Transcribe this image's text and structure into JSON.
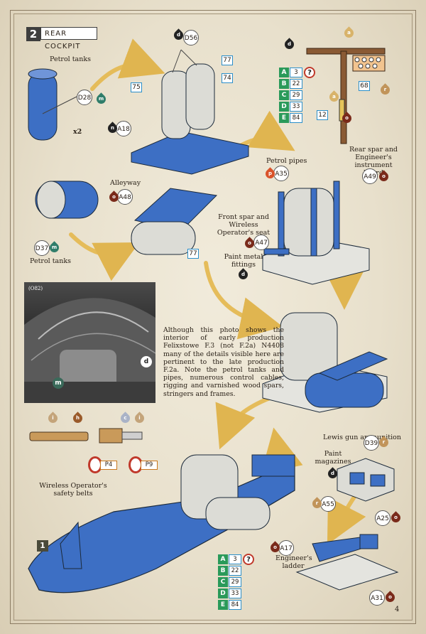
{
  "header": {
    "step_number": "2",
    "title": "Rear cockpit"
  },
  "page_number": "4",
  "photo": {
    "ref": "(O82)",
    "callouts": [
      "d",
      "m"
    ]
  },
  "caption": "Although this photo shows the interior of early production Felixstowe F.3 (not F.2a) N4408 many of the details visible here are pertinent to the late production F.2a. Note the petrol tanks and pipes, numerous control cables, rigging and varnished wood spars, stringers and frames.",
  "labels": {
    "petrol_tanks_1": "Petrol tanks",
    "petrol_tanks_2": "Petrol tanks",
    "alleyway": "Alleyway",
    "petrol_pipes": "Petrol pipes",
    "rear_spar": "Rear spar and Engineer's instrument board",
    "front_spar": "Front spar and Wireless Operator's seat",
    "paint_metal": "Paint metal fittings",
    "wireless_belts": "Wireless Operator's safety belts",
    "lewis_ammo": "Lewis gun ammunition",
    "paint_magazines": "Paint magazines",
    "engineers_ladder": "Engineer's ladder",
    "x2": "x2"
  },
  "parts": {
    "d28": "D28",
    "d56": "D56",
    "a18": "A18",
    "d37": "D37",
    "a48": "A48",
    "a35": "A35",
    "a49": "A49",
    "a47": "A47",
    "d39": "D39",
    "a55": "A55",
    "a25": "A25",
    "a17": "A17",
    "a31": "A31"
  },
  "boxes": {
    "n75": "75",
    "n77a": "77",
    "n74": "74",
    "n77b": "77",
    "n68": "68",
    "n12": "12"
  },
  "paint_parts": {
    "p4": "P4",
    "p9": "P9"
  },
  "color_codes": [
    {
      "letter": "A",
      "value": "3"
    },
    {
      "letter": "B",
      "value": "22"
    },
    {
      "letter": "C",
      "value": "29"
    },
    {
      "letter": "D",
      "value": "33"
    },
    {
      "letter": "E",
      "value": "84"
    }
  ],
  "question": "?",
  "sub_step": "1",
  "drops": {
    "d": "d",
    "m": "m",
    "n": "n",
    "o": "o",
    "p": "p",
    "r": "r",
    "a": "a",
    "h": "h",
    "i": "i",
    "c": "c"
  },
  "colors": {
    "blue": "#3d6fc4",
    "grey": "#d5d5d0",
    "outline": "#1c2a3a",
    "green": "#2a9a5a",
    "frame": "#8c7c63"
  }
}
